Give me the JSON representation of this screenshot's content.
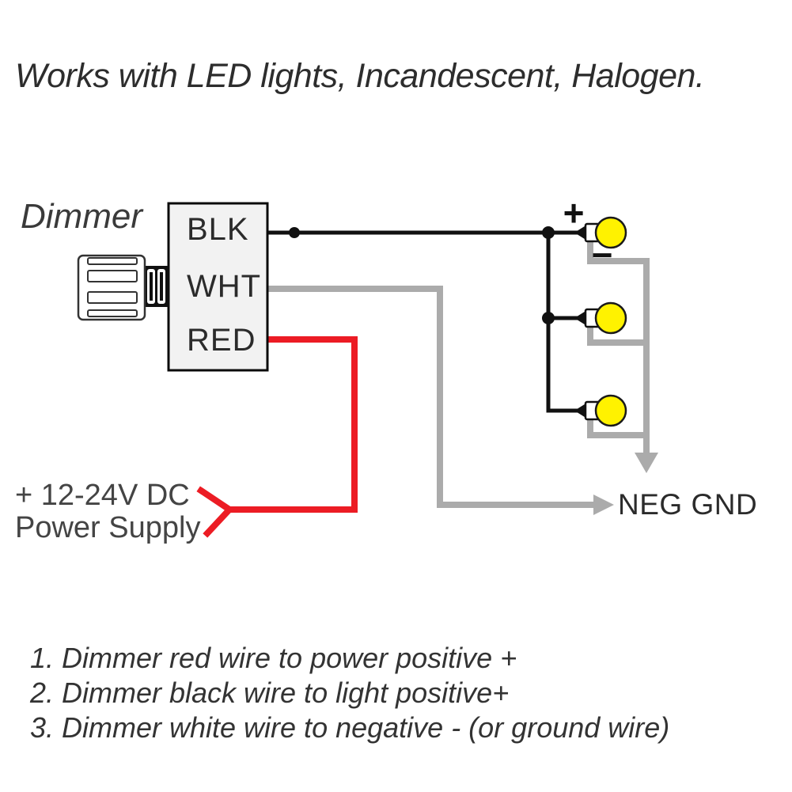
{
  "title": "Works with LED lights, Incandescent, Halogen.",
  "diagram": {
    "dimmer_label": "Dimmer",
    "terminals": [
      "BLK",
      "WHT",
      "RED"
    ],
    "polarity": {
      "plus": "+",
      "minus": "−"
    },
    "neg_gnd_label": "NEG GND",
    "power_supply": {
      "line1": "+ 12-24V DC",
      "line2": "Power Supply"
    },
    "lights_count": "3",
    "colors": {
      "wire_black": "#111111",
      "wire_gray": "#ababab",
      "wire_red": "#ec1c24",
      "bulb_yellow": "#fff200",
      "box_fill": "#f2f2f2",
      "box_border": "#0a0a0a"
    }
  },
  "instructions": {
    "items": [
      "1. Dimmer red wire to power positive +",
      "2. Dimmer black wire to light positive+",
      "3. Dimmer white wire to negative - (or ground wire)"
    ]
  }
}
